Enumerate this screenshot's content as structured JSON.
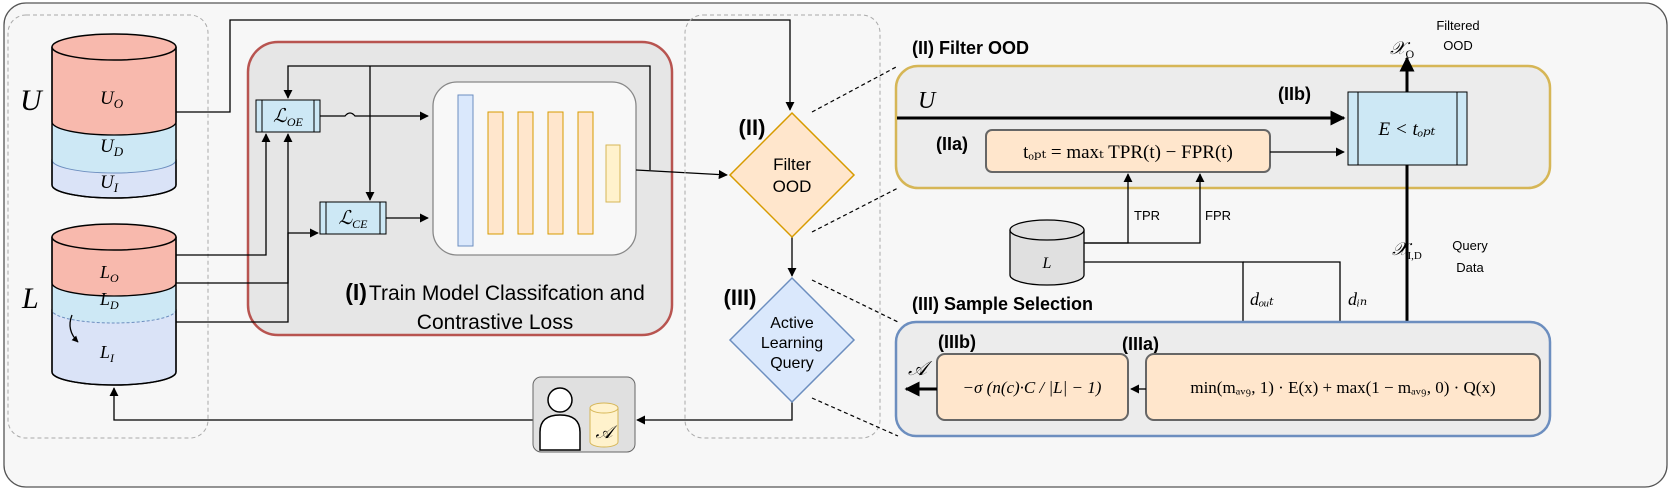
{
  "colors": {
    "ood_red": "#f8b9ad",
    "id_blue": "#cde8f5",
    "unk_blue": "#dae3f7",
    "train_border": "#b85450",
    "filter_border": "#d6b656",
    "select_border": "#6c8ebf",
    "formula_fill": "#ffe6cc"
  },
  "pools": {
    "unlabeled": {
      "label": "U",
      "layers": [
        {
          "base": "U",
          "sub": "O"
        },
        {
          "base": "U",
          "sub": "D"
        },
        {
          "base": "U",
          "sub": "I"
        }
      ]
    },
    "labeled": {
      "label": "L",
      "layers": [
        {
          "base": "L",
          "sub": "O"
        },
        {
          "base": "L",
          "sub": "D"
        },
        {
          "base": "L",
          "sub": "I"
        }
      ]
    }
  },
  "training": {
    "title_num": "(I)",
    "title_line1": "Train Model Classifcation and",
    "title_line2": "Contrastive Loss",
    "loss_oe": {
      "base": "ℒ",
      "sub": "OE"
    },
    "loss_ce": {
      "base": "ℒ",
      "sub": "CE"
    }
  },
  "flow": {
    "filter_num": "(II)",
    "filter_line1": "Filter",
    "filter_line2": "OOD",
    "query_num": "(III)",
    "query_line1": "Active",
    "query_line2": "Learning",
    "query_line3": "Query",
    "annotated_set": "𝒜"
  },
  "filter_ood": {
    "title": "(II) Filter OOD",
    "input": "U",
    "step_a": "(IIa)",
    "step_b": "(IIb)",
    "threshold_formula": "tₒₚₜ = maxₜ TPR(t) − FPR(t)",
    "energy_test": "E < tₒₚₜ",
    "output": {
      "base": "𝒳",
      "sub": "O"
    },
    "output_label_1": "Filtered",
    "output_label_2": "OOD",
    "tpr": "TPR",
    "fpr": "FPR",
    "labeled_pool": "L",
    "query_data": {
      "base": "𝒳",
      "sub": "I,D"
    },
    "query_label_1": "Query",
    "query_label_2": "Data"
  },
  "sample_selection": {
    "title": "(III) Sample Selection",
    "step_a": "(IIIa)",
    "step_b": "(IIIb)",
    "d_out": "dₒᵤₜ",
    "d_in": "dᵢₙ",
    "score_formula": "min(mₐᵥ₉, 1) · E(x) + max(1 − mₐᵥ₉, 0) · Q(x)",
    "balance_formula": "−σ (n(c)·C / |L| − 1)",
    "output": "𝒜"
  }
}
